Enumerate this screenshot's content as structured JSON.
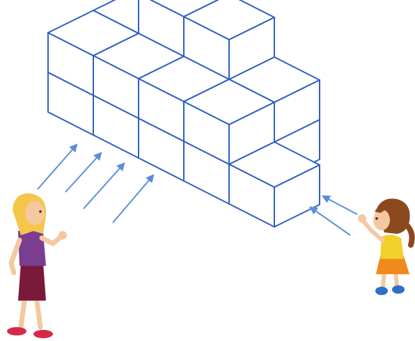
{
  "colors": {
    "background": "#ffffff",
    "cube_edge": "#2f5fbf",
    "arrow": "#5b8fd6",
    "woman_hair": "#f6c64a",
    "woman_shirt": "#7a3d8f",
    "woman_skirt": "#7a1a3a",
    "woman_shoes": "#d8284a",
    "skin": "#f5c8a0",
    "girl_hair": "#8a4a1e",
    "girl_shirt": "#f2d02a",
    "girl_skirt": "#f08a1e",
    "girl_shoes": "#2e6fc8"
  },
  "structure": {
    "description_icon": "cube-stack-icon",
    "front_row_heights": [
      2,
      2,
      2,
      2,
      1
    ],
    "back_row_heights": [
      2,
      3,
      3,
      2,
      0
    ]
  },
  "viewers": [
    {
      "name": "woman",
      "icon": "woman-viewer-icon",
      "side": "left"
    },
    {
      "name": "girl",
      "icon": "girl-viewer-icon",
      "side": "right"
    }
  ]
}
